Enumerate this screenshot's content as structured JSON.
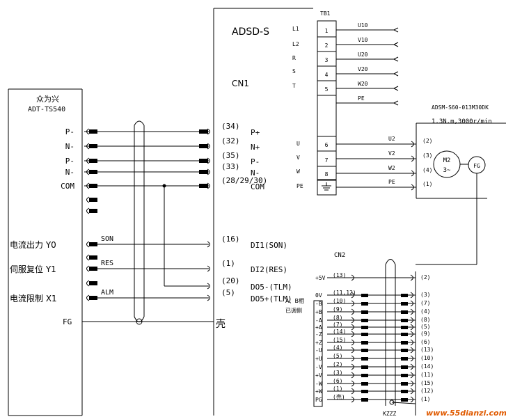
{
  "controller": {
    "title": "众为兴",
    "model": "ADT-TS540",
    "pins": [
      "P-",
      "N-",
      "P-",
      "N-",
      "COM"
    ],
    "outputs": [
      {
        "label": "电流出力 Y0",
        "signal": "SON"
      },
      {
        "label": "伺服复位 Y1",
        "signal": "RES"
      },
      {
        "label": "电流限制 X1",
        "signal": "ALM"
      }
    ],
    "fg": "FG"
  },
  "drive": {
    "name": "ADSD-S",
    "cn1": "CN1",
    "cn2": "CN2",
    "cn1_pins": [
      {
        "num": "(34)",
        "name": "P+"
      },
      {
        "num": "(32)",
        "name": "N+"
      },
      {
        "num": "(35)",
        "name": "P-"
      },
      {
        "num": "(33)",
        "name": "N-"
      },
      {
        "num": "(28/29/30)",
        "name": "COM"
      },
      {
        "num": "(16)",
        "name": "DI1(SON)"
      },
      {
        "num": "(1)",
        "name": "DI2(RES)"
      },
      {
        "num": "(20)",
        "name": "DO5-(TLM)"
      },
      {
        "num": "(5)",
        "name": "DO5+(TLM)"
      }
    ],
    "shell": "壳",
    "power_labels": [
      "L1",
      "L2",
      "R",
      "S",
      "T"
    ],
    "motor_terms": [
      "U",
      "V",
      "W",
      "PE"
    ]
  },
  "tb1": {
    "label": "TB1",
    "rows": [
      "1",
      "2",
      "3",
      "4",
      "5",
      "6",
      "7",
      "8"
    ],
    "supply": [
      "U10",
      "V10",
      "U20",
      "V20",
      "W20",
      "PE"
    ]
  },
  "motor": {
    "model": "ADSM-S60-013M30DK",
    "spec": "1.3N.m,3000r/min",
    "symbol_top": "M2",
    "symbol_bottom": "3~",
    "encoder": "FG",
    "wires": [
      "U2",
      "V2",
      "W2",
      "PE"
    ],
    "pins": [
      "(2)",
      "(3)",
      "(4)",
      "(1)"
    ]
  },
  "encoder_cable": {
    "note_line1": "A、B相",
    "note_line2": "已调侧",
    "cable_mark": "KZZZ",
    "signals": [
      "+5V",
      "0V",
      "-B",
      "+B",
      "-A",
      "+A",
      "-Z",
      "+Z",
      "-U",
      "+U",
      "-V",
      "+V",
      "-W",
      "+W",
      "PG"
    ],
    "drive_pins": [
      "(13)",
      "(11,12)",
      "(10)",
      "(9)",
      "(8)",
      "(7)",
      "(14)",
      "(15)",
      "(4)",
      "(5)",
      "(2)",
      "(3)",
      "(6)",
      "(1)",
      "(壳)"
    ],
    "motor_pins": [
      "(2)",
      "(3)",
      "(7)",
      "(4)",
      "(8)",
      "(5)",
      "(9)",
      "(6)",
      "(13)",
      "(10)",
      "(14)",
      "(11)",
      "(15)",
      "(12)",
      "(1)"
    ]
  },
  "watermark": "www.55dianzi.com"
}
